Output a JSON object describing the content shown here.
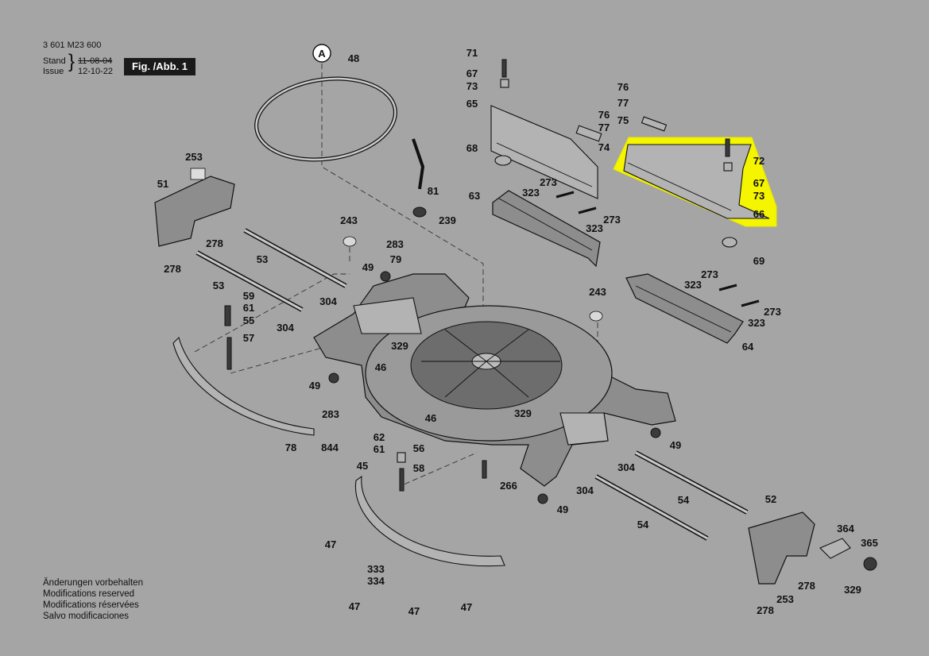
{
  "header": {
    "doc_number": "3 601 M23 600",
    "stand_label": "Stand",
    "issue_label": "Issue",
    "stand_date": "11-08-04",
    "issue_date": "12-10-22",
    "fig_label": "Fig. /Abb. 1"
  },
  "marker": "A",
  "footer": {
    "lines": [
      "Änderungen vorbehalten",
      "Modifications reserved",
      "Modifications réservées",
      "Salvo modificaciones"
    ]
  },
  "part_labels": [
    "48",
    "71",
    "67",
    "73",
    "65",
    "76",
    "77",
    "75",
    "76",
    "77",
    "74",
    "68",
    "72",
    "67",
    "73",
    "66",
    "69",
    "273",
    "323",
    "273",
    "323",
    "63",
    "81",
    "239",
    "253",
    "51",
    "278",
    "278",
    "53",
    "53",
    "243",
    "283",
    "79",
    "49",
    "304",
    "304",
    "59",
    "61",
    "55",
    "57",
    "243",
    "273",
    "323",
    "273",
    "323",
    "64",
    "329",
    "46",
    "49",
    "283",
    "78",
    "844",
    "45",
    "46",
    "329",
    "62",
    "61",
    "56",
    "58",
    "266",
    "49",
    "304",
    "304",
    "49",
    "54",
    "54",
    "52",
    "364",
    "365",
    "278",
    "253",
    "278",
    "329",
    "47",
    "333",
    "334",
    "47",
    "47",
    "47"
  ],
  "highlight": {
    "color": "#f5f500",
    "part": "66"
  }
}
